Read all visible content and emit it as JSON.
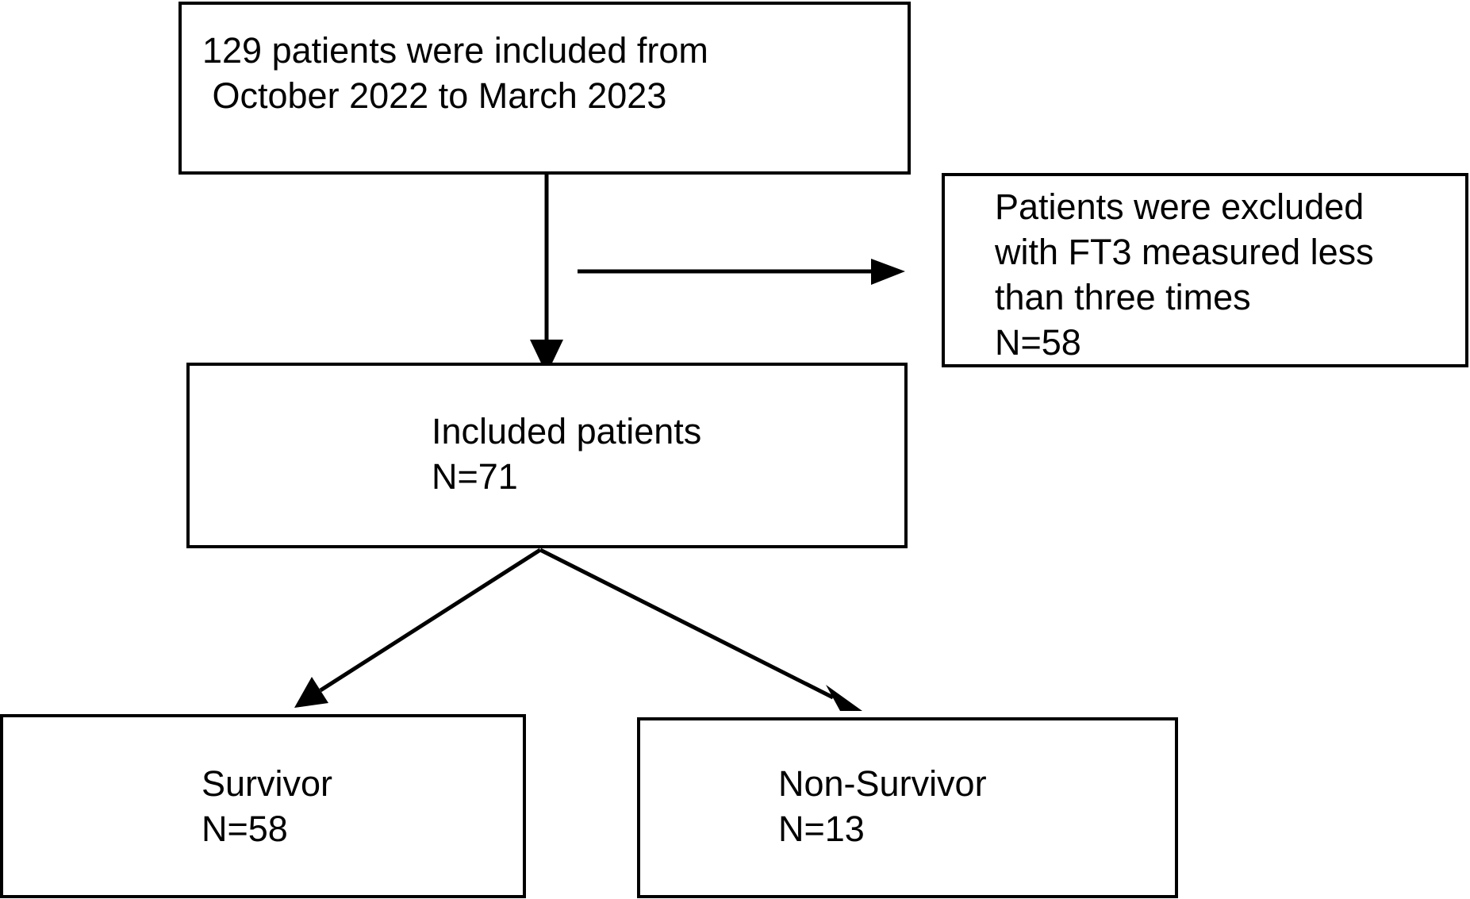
{
  "boxes": {
    "start": {
      "line1": "129 patients were included from",
      "line2": " October 2022 to March 2023"
    },
    "excluded": {
      "line1": "Patients were excluded",
      "line2": "with FT3 measured less",
      "line3": "than three times",
      "count": "N=58"
    },
    "included": {
      "label": "Included patients",
      "count": "N=71"
    },
    "survivor": {
      "label": "Survivor",
      "count": "N=58"
    },
    "non_survivor": {
      "label": "Non-Survivor",
      "count": "N=13"
    }
  }
}
